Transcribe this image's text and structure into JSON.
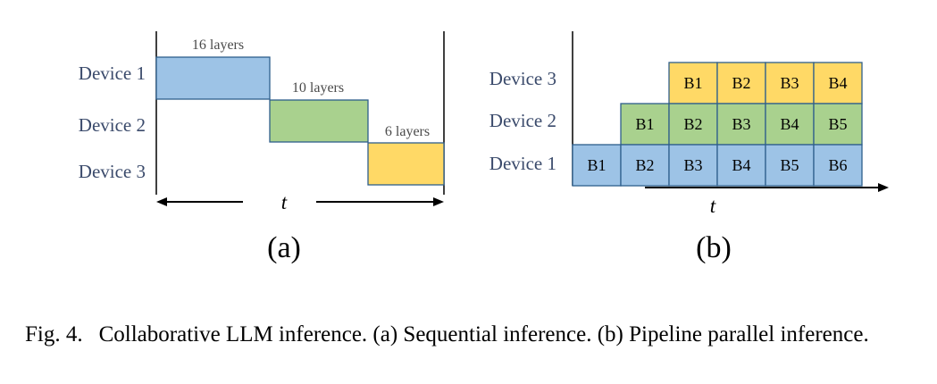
{
  "colors": {
    "blue": "#9dc3e6",
    "green": "#a9d18e",
    "yellow": "#ffd966",
    "box_stroke": "#2e5f8c",
    "device_text": "#3a4a6b",
    "layer_text": "#4a4a4a"
  },
  "panel_a": {
    "devices": [
      "Device 1",
      "Device 2",
      "Device 3"
    ],
    "segments": [
      {
        "device": "Device 1",
        "label": "16 layers",
        "color": "blue"
      },
      {
        "device": "Device 2",
        "label": "10 layers",
        "color": "green"
      },
      {
        "device": "Device 3",
        "label": "6 layers",
        "color": "yellow"
      }
    ],
    "time_label": "t",
    "panel_label": "(a)"
  },
  "panel_b": {
    "devices": [
      "Device 3",
      "Device 2",
      "Device 1"
    ],
    "rows": [
      {
        "device": "Device 3",
        "color": "yellow",
        "blocks": [
          "B1",
          "B2",
          "B3",
          "B4"
        ]
      },
      {
        "device": "Device 2",
        "color": "green",
        "blocks": [
          "B1",
          "B2",
          "B3",
          "B4",
          "B5"
        ]
      },
      {
        "device": "Device 1",
        "color": "blue",
        "blocks": [
          "B1",
          "B2",
          "B3",
          "B4",
          "B5",
          "B6"
        ]
      }
    ],
    "time_label": "t",
    "panel_label": "(b)"
  },
  "caption": {
    "fig_no": "Fig. 4.",
    "text": "Collaborative LLM inference. (a) Sequential inference. (b) Pipeline parallel inference."
  }
}
